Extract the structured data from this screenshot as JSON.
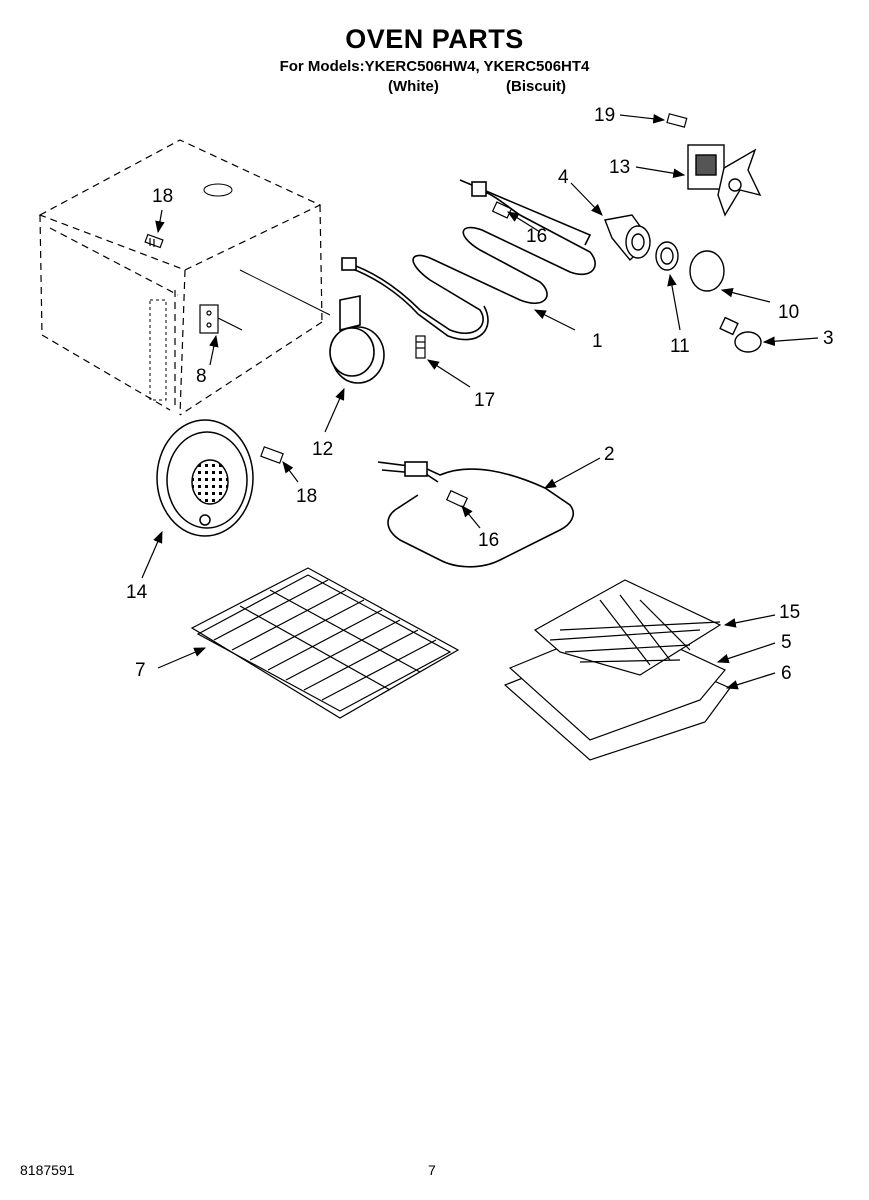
{
  "header": {
    "title": "OVEN PARTS",
    "models": "For Models:YKERC506HW4, YKERC506HT4",
    "variant_white": "(White)",
    "variant_biscuit": "(Biscuit)"
  },
  "callouts": {
    "c1": "1",
    "c2": "2",
    "c3": "3",
    "c4": "4",
    "c5": "5",
    "c6": "6",
    "c7": "7",
    "c8": "8",
    "c10": "10",
    "c11": "11",
    "c12": "12",
    "c13": "13",
    "c14": "14",
    "c15": "15",
    "c16a": "16",
    "c16b": "16",
    "c17": "17",
    "c18a": "18",
    "c18b": "18",
    "c19": "19"
  },
  "footer": {
    "doc_number": "8187591",
    "page_number": "7"
  }
}
